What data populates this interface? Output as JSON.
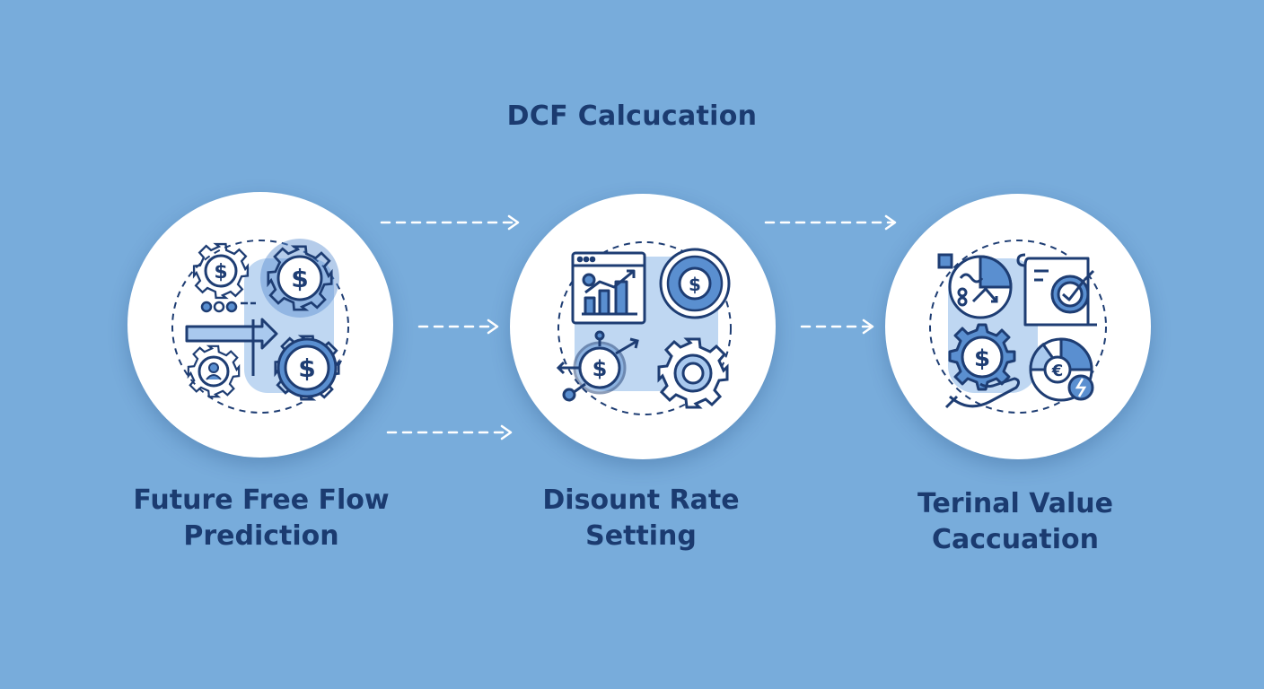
{
  "title": "DCF Calcucation",
  "steps": [
    {
      "line1": "Future Free Flow",
      "line2": "Prediction"
    },
    {
      "line1": "Disount Rate",
      "line2": "Setting"
    },
    {
      "line1": "Terinal Value",
      "line2": "Caccuation"
    }
  ],
  "icons": {
    "step1": [
      "dollar-gear-icon",
      "dollar-cog-icon",
      "arrow-chart-icon",
      "person-gear-icon",
      "dollar-coin-icon"
    ],
    "step2": [
      "browser-chart-icon",
      "dollar-seal-icon",
      "dollar-network-icon",
      "gear-icon"
    ],
    "step3": [
      "analytics-badge-icon",
      "document-target-icon",
      "hand-dollar-gear-icon",
      "euro-pie-icon"
    ]
  },
  "colors": {
    "background": "#78acdb",
    "text": "#1b3b70",
    "line": "#1e3d73",
    "fill": "#5a8fd0",
    "fill_light": "#a9c9ee"
  }
}
